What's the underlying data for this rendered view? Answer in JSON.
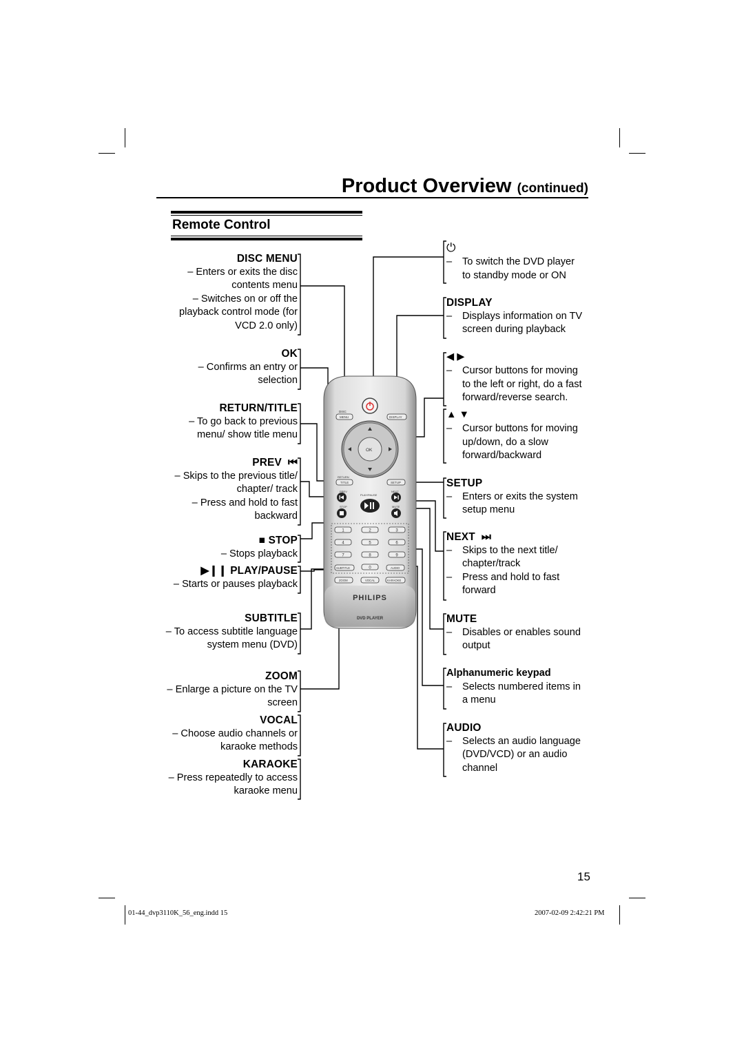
{
  "header": {
    "title": "Product Overview",
    "continued": "(continued)"
  },
  "section_title": "Remote Control",
  "left": [
    {
      "title": "DISC MENU",
      "lines": [
        "– Enters or exits the disc",
        "contents menu",
        "– Switches on or off the",
        "playback control mode (for",
        "VCD 2.0 only)"
      ]
    },
    {
      "title": "OK",
      "lines": [
        "– Confirms an entry or",
        "selection"
      ]
    },
    {
      "title": "RETURN/TITLE",
      "lines": [
        "– To go back to previous",
        "menu/ show title menu"
      ]
    },
    {
      "title": "PREV",
      "lines": [
        "– Skips to the previous title/",
        "chapter/ track",
        "– Press and hold to fast",
        "backward"
      ]
    },
    {
      "title": "STOP",
      "lines": [
        "– Stops playback"
      ]
    },
    {
      "title": "PLAY/PAUSE",
      "lines": [
        "– Starts or pauses playback"
      ]
    },
    {
      "title": "SUBTITLE",
      "lines": [
        "– To access subtitle language",
        "system menu (DVD)"
      ]
    },
    {
      "title": "ZOOM",
      "lines": [
        "– Enlarge a picture on the TV",
        "screen"
      ]
    },
    {
      "title": "VOCAL",
      "lines": [
        "– Choose audio channels or",
        "karaoke methods"
      ]
    },
    {
      "title": "KARAOKE",
      "lines": [
        "– Press repeatedly to access",
        "karaoke menu"
      ]
    }
  ],
  "right": [
    {
      "title": "",
      "icon": "power-icon",
      "items": [
        [
          "To switch the DVD player",
          "to standby mode or ON"
        ]
      ]
    },
    {
      "title": "DISPLAY",
      "items": [
        [
          "Displays information on TV",
          "screen during playback"
        ]
      ]
    },
    {
      "title": "",
      "icon": "left-right-arrows-icon",
      "items": [
        [
          "Cursor buttons for moving",
          "to the left or right, do a fast",
          "forward/reverse search."
        ]
      ]
    },
    {
      "title": "",
      "icon": "up-down-arrows-icon",
      "items": [
        [
          "Cursor buttons for moving",
          "up/down, do a slow",
          "forward/backward"
        ]
      ]
    },
    {
      "title": "SETUP",
      "items": [
        [
          "Enters or exits the system",
          "setup menu"
        ]
      ]
    },
    {
      "title": "NEXT",
      "items": [
        [
          "Skips to the next title/",
          "chapter/track"
        ],
        [
          "Press and hold to fast",
          "forward"
        ]
      ]
    },
    {
      "title": "MUTE",
      "items": [
        [
          "Disables or enables sound",
          "output"
        ]
      ]
    },
    {
      "title": "Alphanumeric keypad",
      "items": [
        [
          "Selects numbered items in",
          "a menu"
        ]
      ]
    },
    {
      "title": "AUDIO",
      "items": [
        [
          "Selects an audio language",
          "(DVD/VCD) or an audio",
          "channel"
        ]
      ]
    }
  ],
  "remote": {
    "disc": "DISC",
    "menu": "MENU",
    "display": "DISPLAY",
    "ok": "OK",
    "return": "RETURN",
    "title": "TITLE",
    "setup": "SETUP",
    "prev": "PREV",
    "playpause": "PLAY/PAUSE",
    "next": "NEXT",
    "stop": "STOP",
    "mute": "MUTE",
    "keys": [
      "1",
      "2",
      "3",
      "4",
      "5",
      "6",
      "7",
      "8",
      "9",
      "0"
    ],
    "subtitle": "SUBTITLE",
    "audio": "AUDIO",
    "zoom": "ZOOM",
    "vocal": "VOCAL",
    "karaoke": "KARAOKE",
    "brand": "PHILIPS",
    "model": "DVD PLAYER"
  },
  "page_number": "15",
  "footer": {
    "left": "01-44_dvp3110K_56_eng.indd   15",
    "right": "2007-02-09   2:42:21 PM"
  }
}
